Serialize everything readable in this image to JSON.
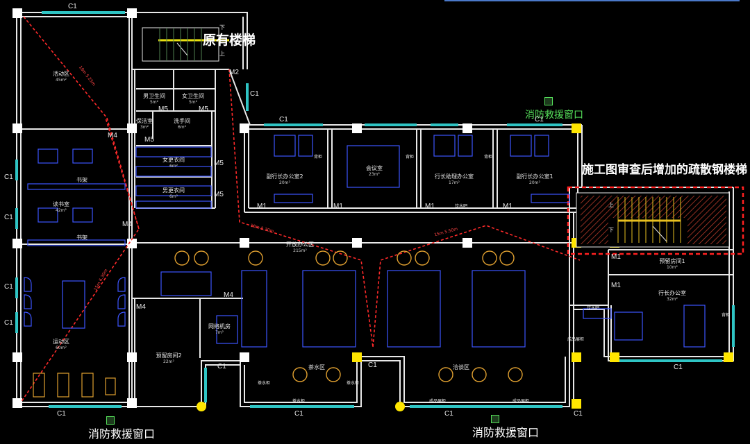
{
  "labels": {
    "original_stair": "原有楼梯",
    "new_stair_note": "施工图审查后增加的疏散钢楼梯",
    "rescue_window_top": "消防救援窗口",
    "rescue_window_bl": "消防救援窗口",
    "rescue_window_br": "消防救援窗口"
  },
  "rooms": [
    {
      "key": "activity",
      "name": "活动区",
      "area": "45m²"
    },
    {
      "key": "bookshelf1",
      "name": "书架",
      "area": ""
    },
    {
      "key": "reading",
      "name": "读书室",
      "area": "42m²"
    },
    {
      "key": "bookshelf2",
      "name": "书架",
      "area": ""
    },
    {
      "key": "sports",
      "name": "运动区",
      "area": "60m²"
    },
    {
      "key": "male_wc",
      "name": "男卫生间",
      "area": "5m²"
    },
    {
      "key": "female_wc",
      "name": "女卫生间",
      "area": "5m²"
    },
    {
      "key": "cleaning",
      "name": "保洁室",
      "area": "3m²"
    },
    {
      "key": "washroom",
      "name": "洗手间",
      "area": "6m²"
    },
    {
      "key": "female_locker",
      "name": "女更衣间",
      "area": "6m²"
    },
    {
      "key": "male_locker",
      "name": "男更衣间",
      "area": "6m²"
    },
    {
      "key": "vp_office2",
      "name": "副行长办公室2",
      "area": "20m²"
    },
    {
      "key": "meeting",
      "name": "会议室",
      "area": "23m²"
    },
    {
      "key": "ast_office",
      "name": "行长助理办公室",
      "area": "17m²"
    },
    {
      "key": "vp_office1",
      "name": "副行长办公室1",
      "area": "20m²"
    },
    {
      "key": "open_office",
      "name": "开放办公区",
      "area": "215m²"
    },
    {
      "key": "network",
      "name": "网络机房",
      "area": "7m²"
    },
    {
      "key": "reserve2",
      "name": "预留房间2",
      "area": "22m²"
    },
    {
      "key": "tea_area",
      "name": "茶水区",
      "area": ""
    },
    {
      "key": "talk_area",
      "name": "洽谈区",
      "area": ""
    },
    {
      "key": "reserve1",
      "name": "预留房间1",
      "area": "10m²"
    },
    {
      "key": "president",
      "name": "行长办公室",
      "area": "32m²"
    }
  ],
  "small_labels": {
    "cabinet1": "背柜",
    "cabinet2": "背柜",
    "cabinet3": "背柜",
    "cabinet4": "背柜",
    "tea_cab1": "茶水柜",
    "tea_cab2": "茶水柜",
    "tea_cab3": "茶水柜",
    "display1": "成品展柜",
    "display2": "成品展柜",
    "display3": "成品展柜",
    "water_bar": "饮水吧",
    "water_bar2": "饮水吧"
  },
  "door_codes": {
    "C1": "C1",
    "M1": "M1",
    "M2": "M2",
    "M4": "M4",
    "M5": "M5"
  },
  "stair_text": {
    "up": "上",
    "down": "下"
  },
  "dims": {
    "d1": "18m 5.25m",
    "d2": "18m 5.30m",
    "d3": "15m 5.50m",
    "d4": "15m 6.30m"
  },
  "colors": {
    "background": "#000000",
    "wall": "#e8e8e8",
    "window": "#2fc4c4",
    "evac_path": "#ff2a2a",
    "furniture": "#3d55ff",
    "chair": "#e0a030",
    "column": "#ffffff",
    "column_highlight": "#ffe600",
    "green_text": "#55e05a",
    "hatch": "#b53a2a"
  }
}
